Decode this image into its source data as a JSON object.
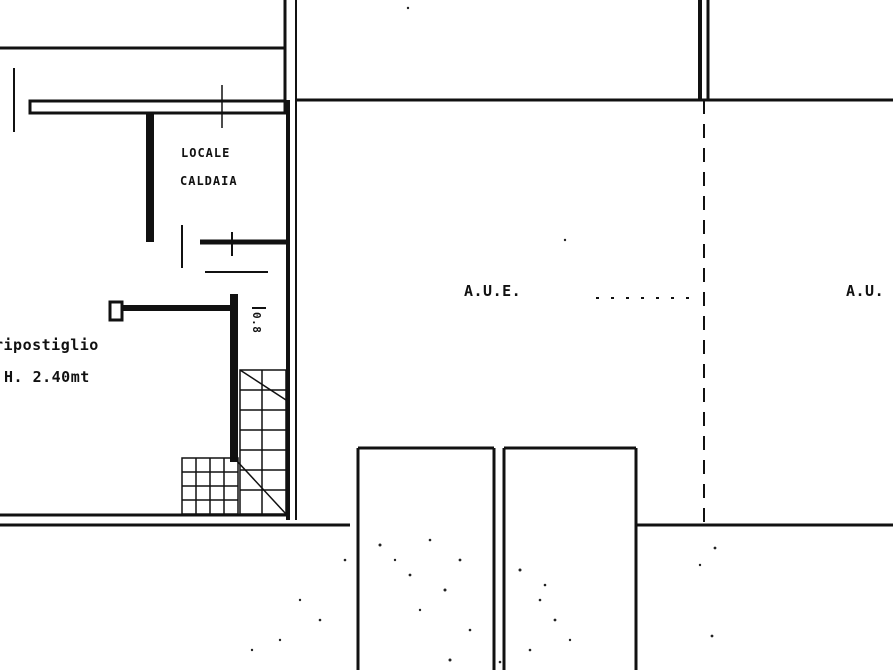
{
  "labels": {
    "locale_line1": "LOCALE",
    "locale_line2": "CALDAIA",
    "room_line1": "ripostiglio",
    "room_line2": "H. 2.40mt",
    "aue_left": "A.U.E.",
    "aue_right": "A.U.",
    "dim_mark": "0.8"
  },
  "colors": {
    "ink": "#111111",
    "paper": "#ffffff"
  }
}
